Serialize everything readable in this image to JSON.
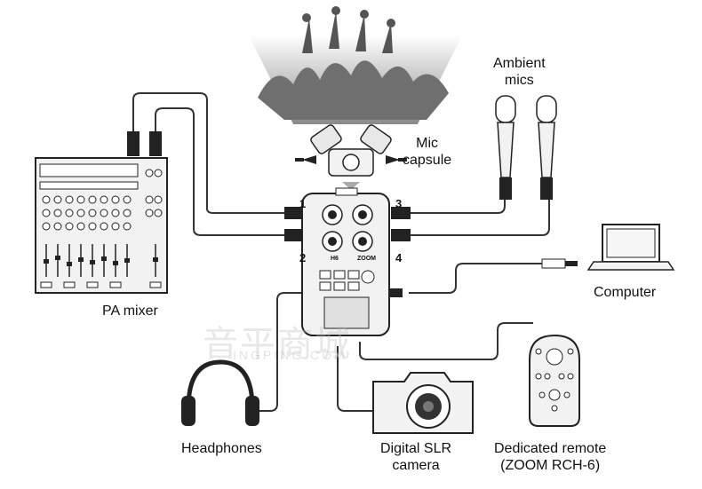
{
  "labels": {
    "ambient_mics_line1": "Ambient",
    "ambient_mics_line2": "mics",
    "mic_capsule_line1": "Mic",
    "mic_capsule_line2": "capsule",
    "pa_mixer": "PA mixer",
    "computer": "Computer",
    "headphones": "Headphones",
    "dslr_line1": "Digital SLR",
    "dslr_line2": "camera",
    "remote_line1": "Dedicated remote",
    "remote_line2": "(ZOOM RCH-6)"
  },
  "inputs": {
    "in1": "1",
    "in2": "2",
    "in3": "3",
    "in4": "4"
  },
  "recorder": {
    "model": "H6",
    "brand": "ZOOM"
  },
  "watermark": {
    "main": "音平商城",
    "sub": "INGPING.COM"
  },
  "colors": {
    "line": "#333333",
    "device": "#f2f2f2",
    "stroke": "#222222"
  }
}
